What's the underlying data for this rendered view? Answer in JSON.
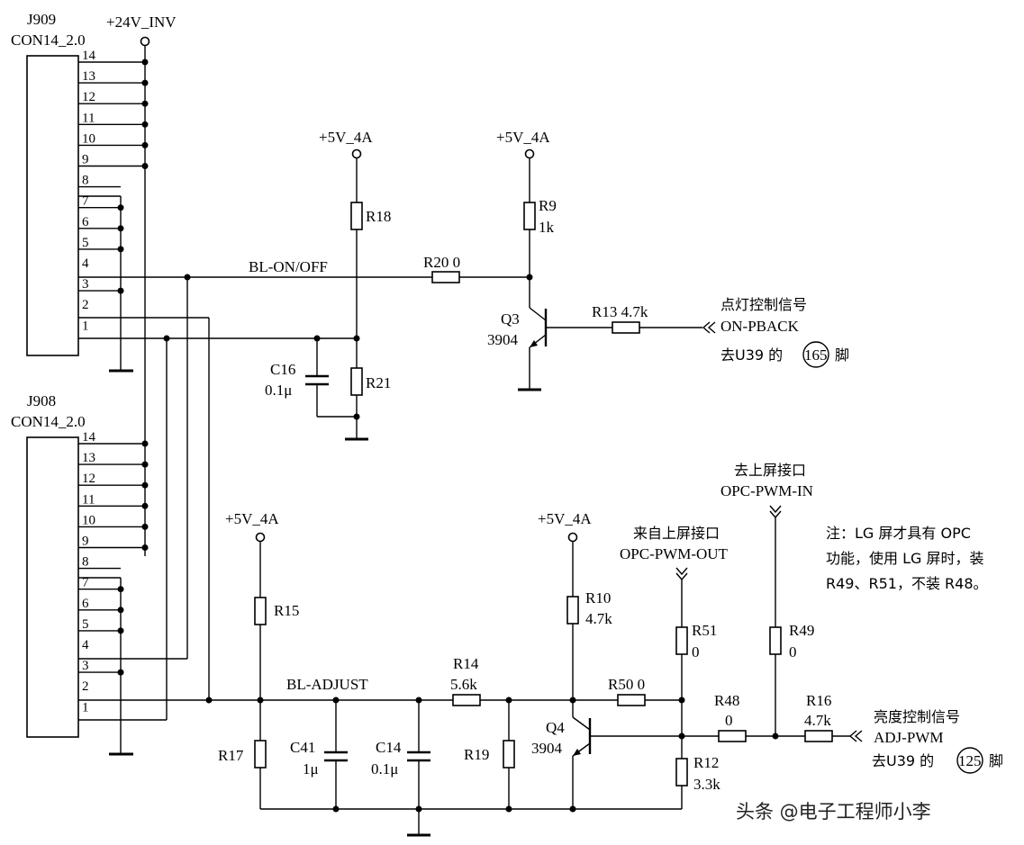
{
  "connectors": {
    "j909": {
      "ref": "J909",
      "type": "CON14_2.0"
    },
    "j908": {
      "ref": "J908",
      "type": "CON14_2.0"
    },
    "pins": [
      "1",
      "2",
      "3",
      "4",
      "5",
      "6",
      "7",
      "8",
      "9",
      "10",
      "11",
      "12",
      "13",
      "14"
    ]
  },
  "power": {
    "v24": "+24V_INV",
    "v5_r18": "+5V_4A",
    "v5_r9": "+5V_4A",
    "v5_r15": "+5V_4A",
    "v5_r10": "+5V_4A"
  },
  "nets": {
    "bl_onoff": "BL-ON/OFF",
    "bl_adjust": "BL-ADJUST"
  },
  "components": {
    "r18": {
      "ref": "R18"
    },
    "r9": {
      "ref": "R9",
      "value": "1k"
    },
    "r20": {
      "ref": "R20 0"
    },
    "r13": {
      "ref": "R13 4.7k"
    },
    "q3": {
      "ref": "Q3",
      "value": "3904"
    },
    "c16": {
      "ref": "C16",
      "value": "0.1μ"
    },
    "r21": {
      "ref": "R21"
    },
    "r15": {
      "ref": "R15"
    },
    "r17": {
      "ref": "R17"
    },
    "c41": {
      "ref": "C41",
      "value": "1μ"
    },
    "c14": {
      "ref": "C14",
      "value": "0.1μ"
    },
    "r14": {
      "ref": "R14",
      "value": "5.6k"
    },
    "r19": {
      "ref": "R19"
    },
    "r10": {
      "ref": "R10",
      "value": "4.7k"
    },
    "q4": {
      "ref": "Q4",
      "value": "3904"
    },
    "r50": {
      "ref": "R50 0"
    },
    "r51": {
      "ref": "R51",
      "value": "0"
    },
    "r12": {
      "ref": "R12",
      "value": "3.3k"
    },
    "r48": {
      "ref": "R48",
      "value": "0"
    },
    "r49": {
      "ref": "R49",
      "value": "0"
    },
    "r16": {
      "ref": "R16",
      "value": "4.7k"
    }
  },
  "signals": {
    "onpback": {
      "cn": "点灯控制信号",
      "name": "ON-PBACK",
      "to_prefix": "去U39 的",
      "pin": "165",
      "to_suffix": "脚"
    },
    "adjpwm": {
      "cn": "亮度控制信号",
      "name": "ADJ-PWM",
      "to_prefix": "去U39 的",
      "pin": "125",
      "to_suffix": "脚"
    },
    "opc_out": {
      "cn": "来自上屏接口",
      "name": "OPC-PWM-OUT"
    },
    "opc_in": {
      "cn": "去上屏接口",
      "name": "OPC-PWM-IN"
    }
  },
  "note": {
    "line1": "注：LG 屏才具有 OPC",
    "line2": "功能，使用 LG 屏时，装",
    "line3": "R49、R51，不装 R48。"
  },
  "watermark": "头条 @电子工程师小李"
}
